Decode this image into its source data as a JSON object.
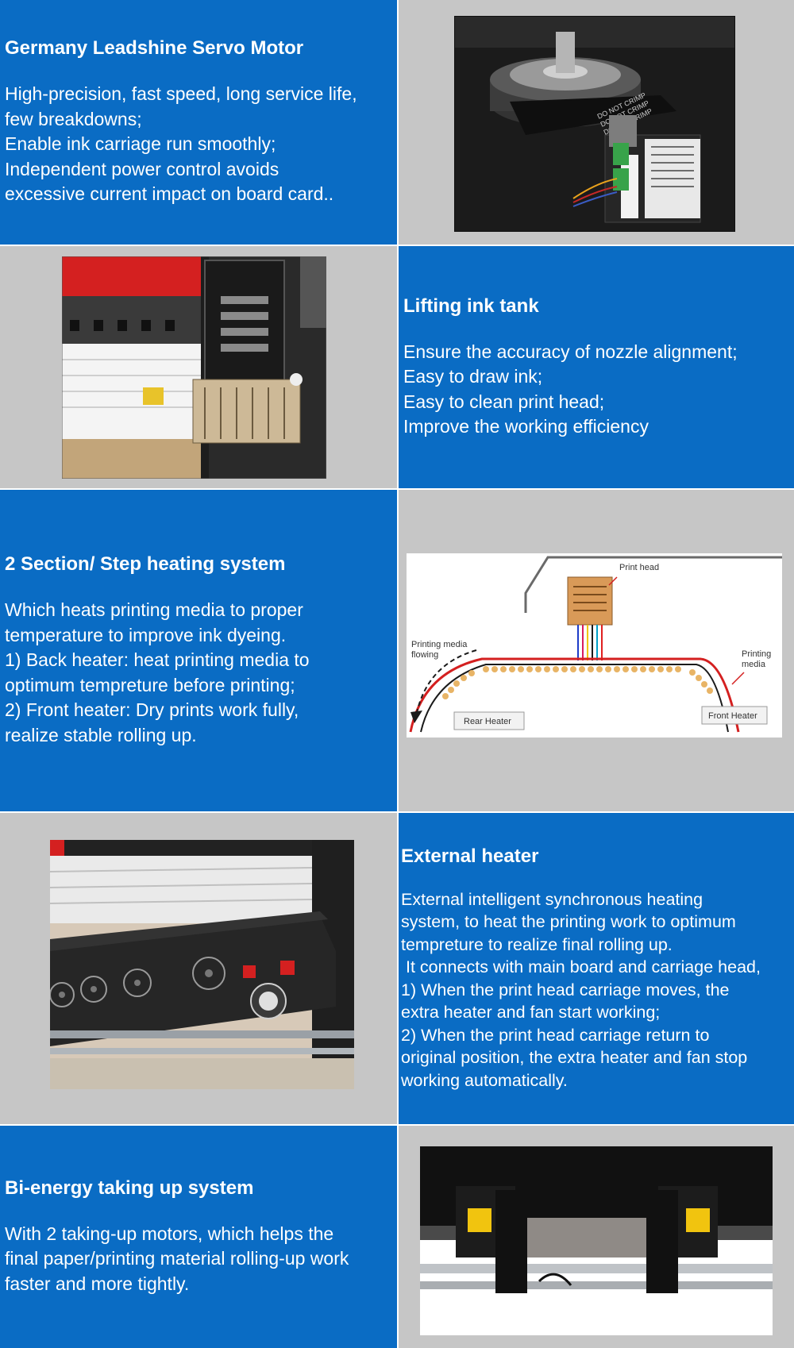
{
  "sections": [
    {
      "title": "Germany Leadshine Servo Motor",
      "lines": [
        "High-precision, fast speed, long service life,",
        "few breakdowns;",
        "Enable ink carriage run smoothly;",
        "Independent power control avoids",
        "excessive current impact on board card.."
      ],
      "photo_labels": [
        "DO NOT CRIMP",
        "DO NOT CRIMP",
        "DO NOT CRIMP"
      ]
    },
    {
      "title": "Lifting ink tank",
      "lines": [
        "Ensure the accuracy of nozzle alignment;",
        "Easy to draw ink;",
        "Easy to clean print head;",
        "Improve the working efficiency"
      ]
    },
    {
      "title": "2 Section/ Step heating system",
      "lines": [
        "Which heats printing media to proper",
        "temperature to improve ink dyeing.",
        "1) Back heater: heat printing media to",
        "optimum tempreture before printing;",
        "2) Front heater: Dry prints work fully,",
        "realize stable rolling up."
      ],
      "diagram": {
        "print_head": "Print head",
        "media_flowing_1": "Printing media",
        "media_flowing_2": "flowing",
        "printing_media_1": "Printing",
        "printing_media_2": "media",
        "rear_heater": "Rear Heater",
        "front_heater": "Front Heater"
      }
    },
    {
      "title": "External heater",
      "lines": [
        "External intelligent synchronous heating",
        "system, to heat the printing work to optimum",
        "tempreture to realize final rolling up.",
        " It connects with main board and carriage head,",
        "1) When the print head carriage moves, the",
        "extra heater and fan start working;",
        "2) When the print head carriage return to",
        "original position, the extra heater and fan stop",
        "working automatically."
      ]
    },
    {
      "title": "Bi-energy taking up system",
      "lines": [
        "With 2 taking-up motors, which helps the",
        "final paper/printing material rolling-up work",
        "faster and more tightly."
      ]
    }
  ],
  "colors": {
    "panel_blue": "#0a6cc4",
    "panel_gray": "#c6c6c6",
    "heater_red": "#d42020",
    "nozzle_orange": "#e8b466"
  }
}
